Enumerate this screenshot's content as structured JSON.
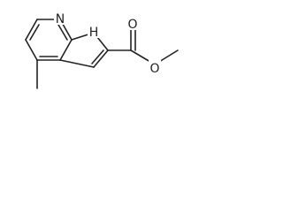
{
  "molecule": {
    "atoms": {
      "n_pyridine": "N",
      "n_pyrrole": "H",
      "carbonyl_o": "O",
      "ester_o": "O"
    },
    "colors": {
      "ink": "#222222",
      "background": "#ffffff"
    }
  }
}
